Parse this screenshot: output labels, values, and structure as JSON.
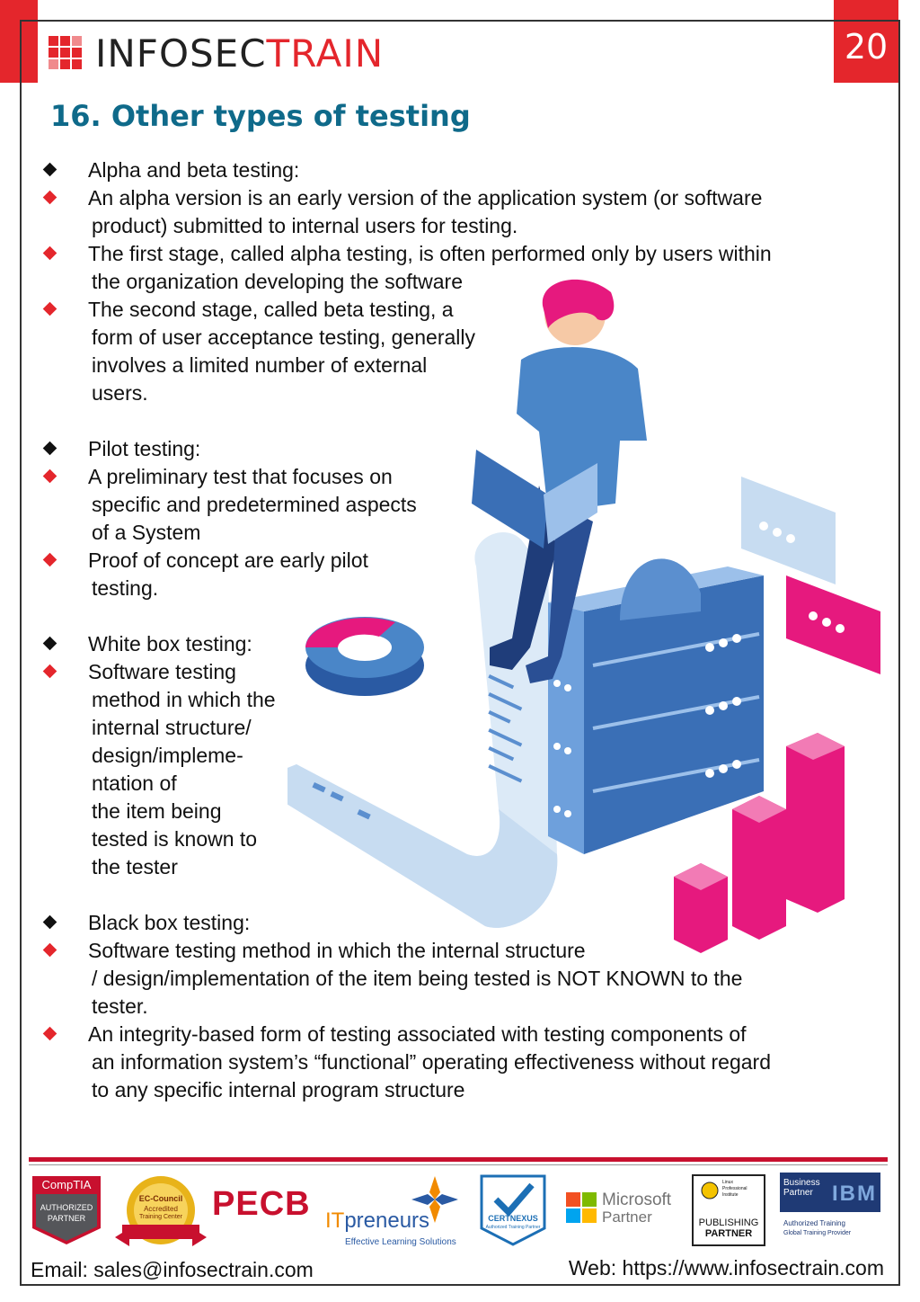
{
  "header": {
    "brand_a": "INFOSEC",
    "brand_b": "TRAIN",
    "page_number": "20"
  },
  "title": "16. Other types of testing",
  "sections": [
    {
      "heading": "Alpha and beta testing:",
      "points": [
        [
          "An alpha version is an early version of the application system (or software",
          "product) submitted to internal users for testing."
        ],
        [
          "The first stage, called alpha testing, is often performed only by users within",
          "the organization developing the software"
        ],
        [
          "The second stage, called beta testing, a",
          "form of user acceptance testing, generally",
          "involves a limited number of external",
          "users."
        ]
      ]
    },
    {
      "heading": "Pilot testing:",
      "points": [
        [
          "A preliminary test that focuses on",
          "specific and predetermined aspects",
          "of a System"
        ],
        [
          "Proof of concept are early pilot",
          "testing."
        ]
      ]
    },
    {
      "heading": "White box testing:",
      "points": [
        [
          "Software testing",
          "method in which the",
          "internal structure/",
          "design/impleme-",
          "ntation of",
          "the item being",
          "tested is known to",
          "the tester"
        ]
      ]
    },
    {
      "heading": "Black box testing:",
      "points": [
        [
          "Software testing method in which the internal structure",
          "/ design/implementation of the item being tested is NOT KNOWN to the",
          "tester."
        ],
        [
          "An integrity-based form of testing associated with testing components of",
          "an information system’s “functional” operating effectiveness without regard",
          "to any specific internal program structure"
        ]
      ]
    }
  ],
  "partners": {
    "comptia": "CompTIA",
    "comptia_sub1": "AUTHORIZED",
    "comptia_sub2": "PARTNER",
    "eccouncil_1": "EC-Council",
    "eccouncil_2": "Accredited",
    "eccouncil_3": "Training Center",
    "pecb": "PECB",
    "itpreneurs_a": "IT",
    "itpreneurs_b": "preneurs",
    "itpreneurs_tag": "Effective Learning Solutions",
    "certnexus": "CERTNEXUS",
    "certnexus_sub": "Authorized Training Partner",
    "microsoft_1": "Microsoft",
    "microsoft_2": "Partner",
    "lpi_1": "Linux",
    "lpi_2": "Professional",
    "lpi_3": "Institute",
    "lpi_pub1": "PUBLISHING",
    "lpi_pub2": "PARTNER",
    "ibm_bp1": "Business",
    "ibm_bp2": "Partner",
    "ibm": "IBM",
    "ibm_at": "Authorized Training",
    "ibm_gp": "Global Training Provider"
  },
  "footer": {
    "email": "Email: sales@infosectrain.com",
    "web": "Web: https://www.infosectrain.com"
  },
  "colors": {
    "brand_red": "#e4262c",
    "title_blue": "#0f6a8a",
    "illus_blue": "#4a86c8",
    "illus_pink": "#e6197e"
  }
}
